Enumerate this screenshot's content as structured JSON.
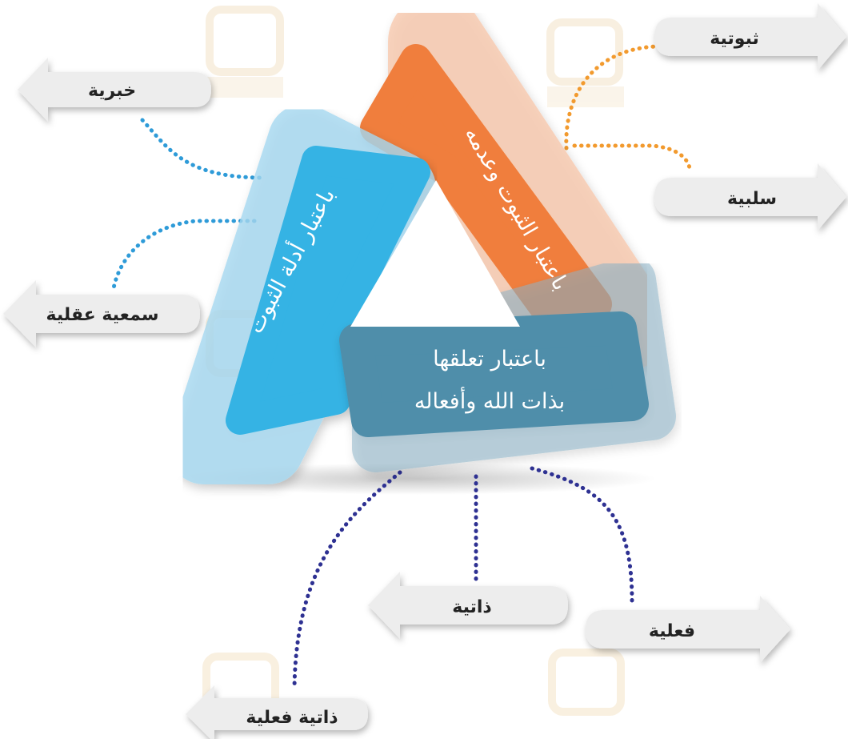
{
  "diagram": {
    "categories": {
      "existence": "باعتبار الثبوت وعدمه",
      "evidence": "باعتبار أدلة الثبوت",
      "relation": {
        "line1": "باعتبار تعلقها",
        "line2": "بذات الله وأفعاله"
      }
    },
    "outcomes": {
      "thubutiya": "ثبوتية",
      "salbiya": "سلبية",
      "khabariya": "خبرية",
      "samiya_aqliya": "سمعية عقلية",
      "dhatiya": "ذاتية",
      "filiya": "فعلية",
      "dhatiya_filiya": "ذاتية فعلية"
    },
    "colors": {
      "orange": "#F07E3C",
      "peach": "#F7C6A8",
      "blue": "#34B3E4",
      "light_blue": "#A6D9F0",
      "slate": "#4F8EAA",
      "gray_blue": "#8CB3C7",
      "dot_orange": "#F29A2E",
      "dot_blue": "#2E9BD8",
      "dot_navy": "#2E3192",
      "arrow_fill": "#EDEDED",
      "watermark": "#F3E6CF"
    },
    "icons": {
      "arrow": "block-arrow",
      "watermark": "academy-logo"
    }
  }
}
